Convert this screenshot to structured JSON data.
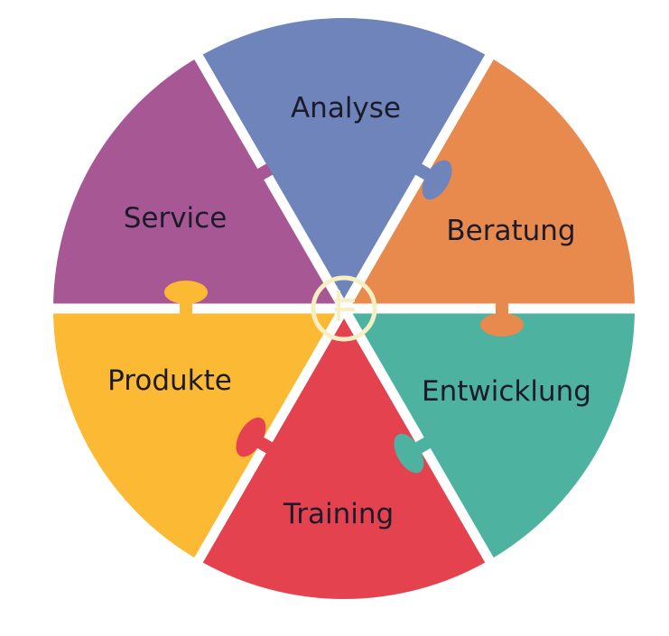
{
  "diagram": {
    "segments": [
      {
        "id": "analyse",
        "label": "Analyse",
        "color": "#6f84ba"
      },
      {
        "id": "beratung",
        "label": "Beratung",
        "color": "#e8894d"
      },
      {
        "id": "entwicklung",
        "label": "Entwicklung",
        "color": "#4db3a0"
      },
      {
        "id": "training",
        "label": "Training",
        "color": "#e5424f"
      },
      {
        "id": "produkte",
        "label": "Produkte",
        "color": "#fbb934"
      },
      {
        "id": "service",
        "label": "Service",
        "color": "#a65794"
      }
    ],
    "center_ring_color": "#f7efc4",
    "gap_color": "#ffffff"
  }
}
